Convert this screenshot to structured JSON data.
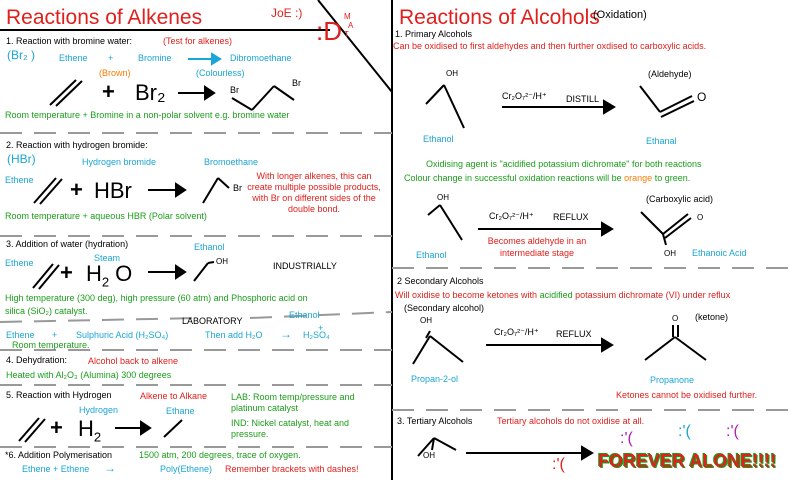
{
  "left": {
    "title": "Reactions of Alkenes",
    "joe": "JoE :)",
    "face": ":D",
    "face_mat": [
      "M",
      "A",
      "T"
    ],
    "bromine": {
      "heading": "1. Reaction with bromine water:",
      "note": "(Test for alkenes)",
      "br2": "(Br₂ )",
      "ethene": "Ethene",
      "plus_small": "+",
      "bromine": "Bromine",
      "dibromo": "Dibromoethane",
      "brown": "(Brown)",
      "colourless": "(Colourless)",
      "plus": "+",
      "reagent": "Br₂",
      "br_a": "Br",
      "br_b": "Br",
      "conditions": "Room temperature + Bromine in a non-polar solvent e.g. bromine water"
    },
    "hbr": {
      "heading": "2. Reaction with hydrogen bromide:",
      "formula": "(HBr)",
      "hbr_label": "Hydrogen bromide",
      "bromoethane": "Bromoethane",
      "ethene": "Ethene",
      "plus": "+",
      "reagent": "HBr",
      "br": "Br",
      "note": "With longer alkenes, this can create multiple possible products, with Br on different sides of the double bond.",
      "conditions": "Room temperature + aqueous HBR (Polar solvent)"
    },
    "water": {
      "heading": "3. Addition of water (hydration)",
      "ethanol": "Ethanol",
      "oh": "OH",
      "steam": "Steam",
      "ethene": "Ethene",
      "plus": "+",
      "h": "H",
      "two": "2",
      "o": "O",
      "industrially": "INDUSTRIALLY",
      "cond1": "High temperature (300 deg), high pressure (60 atm) and Phosphoric acid on",
      "cond2": "silica (SiO₂) catalyst.",
      "laboratory": "LABORATORY",
      "lab_ethanol": "Ethanol",
      "lab_plus2": "+",
      "lab_ethene": "Ethene",
      "lab_plus": "+",
      "lab_acid": "Sulphuric Acid (H₂SO₄)",
      "lab_then": "Then add H₂O",
      "lab_arrow": "→",
      "lab_h2so4": "H₂SO₄",
      "lab_room": "Room temperature."
    },
    "dehyd": {
      "heading": "4. Dehydration:",
      "note": "Alcohol back to alkene",
      "conditions": "Heated with Al₂O₃ (Alumina)   300 degrees"
    },
    "hydrogen": {
      "heading": "5. Reaction with Hydrogen",
      "note": "Alkene to Alkane",
      "hydrogen": "Hydrogen",
      "ethane": "Ethane",
      "plus": "+",
      "h": "H",
      "two": "2",
      "lab": "LAB: Room temp/pressure and platinum catalyst",
      "ind": "IND: Nickel catalyst, heat and pressure."
    },
    "poly": {
      "heading": "*6. Addition Polymerisation",
      "conditions": "1500 atm, 200 degrees, trace of oxygen.",
      "eq_left": "Ethene + Ethene",
      "eq_arrow": "→",
      "eq_right": "Poly(Ethene)",
      "note": "Remember brackets with dashes!"
    }
  },
  "right": {
    "title": "Reactions of Alcohols",
    "subtitle": "(Oxidation)",
    "primary": {
      "heading": "1. Primary Alcohols",
      "desc": "Can be oxidised to first aldehydes and then further oxdised to carboxylic acids.",
      "oh": "OH",
      "ethanol": "Ethanol",
      "reagent": "Cr₂O₇²⁻/H⁺",
      "distill": "DISTILL",
      "aldehyde": "(Aldehyde)",
      "o": "O",
      "ethanal": "Ethanal",
      "oxidising": "Oxidising agent is \"acidified potassium dichromate\"  for both reactions",
      "colour_a": "Colour change in successful oxidation reactions will be",
      "colour_orange": "orange",
      "colour_b": "to green.",
      "oh2": "OH",
      "ethanol2": "Ethanol",
      "reagent2": "Cr₂O₇²⁻/H⁺",
      "reflux": "REFLUX",
      "becomes": "Becomes aldehyde in an intermediate stage",
      "carboxylic": "(Carboxylic acid)",
      "o2": "O",
      "oh3": "OH",
      "ethanoic": "Ethanoic Acid"
    },
    "secondary": {
      "heading": "2 Secondary Alcohols",
      "desc_a": "Will oxidise to become ketones with",
      "desc_g": "acidified",
      "desc_b": "potassium dichromate (VI) under reflux",
      "sec_label": "(Secondary alcohol)",
      "oh": "OH",
      "reagent": "Cr₂O₇²⁻/H⁺",
      "reflux": "REFLUX",
      "o": "O",
      "ketone": "(ketone)",
      "propan": "Propan-2-ol",
      "propanone": "Propanone",
      "note": "Ketones cannot be oxidised further."
    },
    "tertiary": {
      "heading": "3. Tertiary Alcohols",
      "note": "Tertiary alcohols do not oxidise at all.",
      "oh": "OH",
      "sad1": ":'(",
      "sad2": ":'(",
      "sad3": ":'(",
      "sad4": ":'(",
      "forever": "FOREVER ALONE!!!!"
    }
  },
  "colors": {
    "red": "#e0201c",
    "green": "#1a9e1a",
    "cyan": "#1aa6d6",
    "orange": "#ff7a00",
    "purple": "#b020b0"
  }
}
